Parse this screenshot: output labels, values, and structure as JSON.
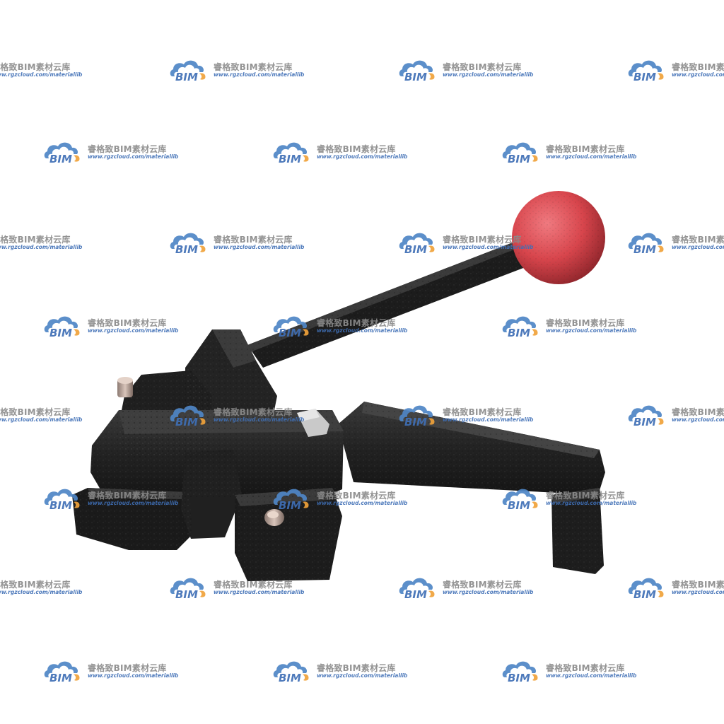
{
  "image": {
    "subject": "strapping tension tool",
    "colors": {
      "background": "#ffffff",
      "body": "#1e1e1e",
      "body_highlight": "#3a3a3a",
      "knob": "#d8454c",
      "knob_shadow": "#9a2a30",
      "pin": "#b9a49a",
      "pin_metal": "#c9c9c9"
    }
  },
  "watermark": {
    "logo_text": "BIM",
    "title": "睿格致BIM素材云库",
    "url": "www.rgzcloud.com/materiallib",
    "colors": {
      "logo_blue": "#4f86c6",
      "logo_orange": "#f0a23a",
      "text_gray": "#8a8a8a",
      "url_blue": "#3f6fb6"
    }
  }
}
